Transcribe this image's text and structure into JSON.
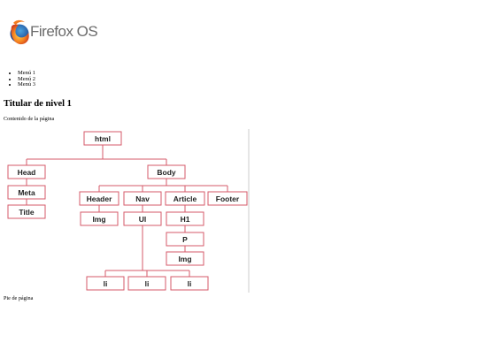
{
  "logo": {
    "text": "Firefox OS"
  },
  "menu": {
    "items": [
      "Menú 1",
      "Menú 2",
      "Menú 3"
    ]
  },
  "heading": "Titular de nivel 1",
  "content": "Contenido de la página",
  "footer": "Pie de página",
  "diagram": {
    "nodes": {
      "html": "html",
      "head": "Head",
      "meta": "Meta",
      "title": "Title",
      "body": "Body",
      "header": "Header",
      "nav": "Nav",
      "article": "Article",
      "footer": "Footer",
      "img1": "Img",
      "ul": "Ul",
      "h1": "H1",
      "p": "P",
      "img2": "Img",
      "li1": "li",
      "li2": "li",
      "li3": "li"
    }
  },
  "colors": {
    "node_border": "#d65a6a"
  }
}
